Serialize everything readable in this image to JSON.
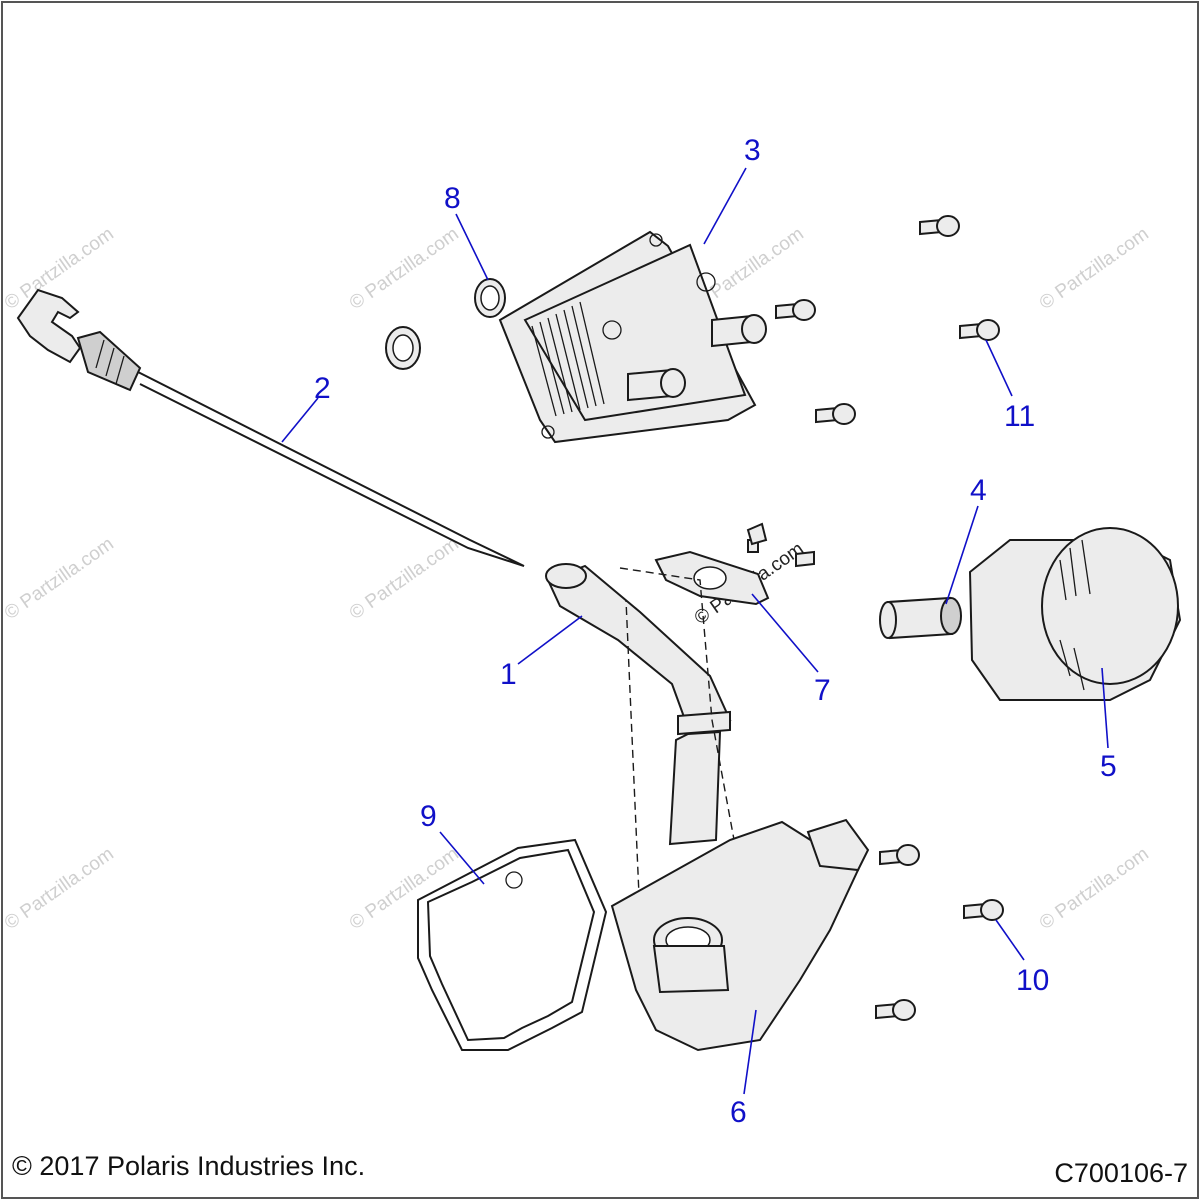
{
  "callouts": [
    "1",
    "2",
    "3",
    "4",
    "5",
    "6",
    "7",
    "8",
    "9",
    "10",
    "11"
  ],
  "watermark": "© Partzilla.com",
  "footer": {
    "copyright": "© 2017 Polaris Industries Inc.",
    "figure_id": "C700106-7"
  },
  "colors": {
    "callout": "#1010c8",
    "watermark": "#cfcfcf",
    "line": "#1a1a1a"
  }
}
